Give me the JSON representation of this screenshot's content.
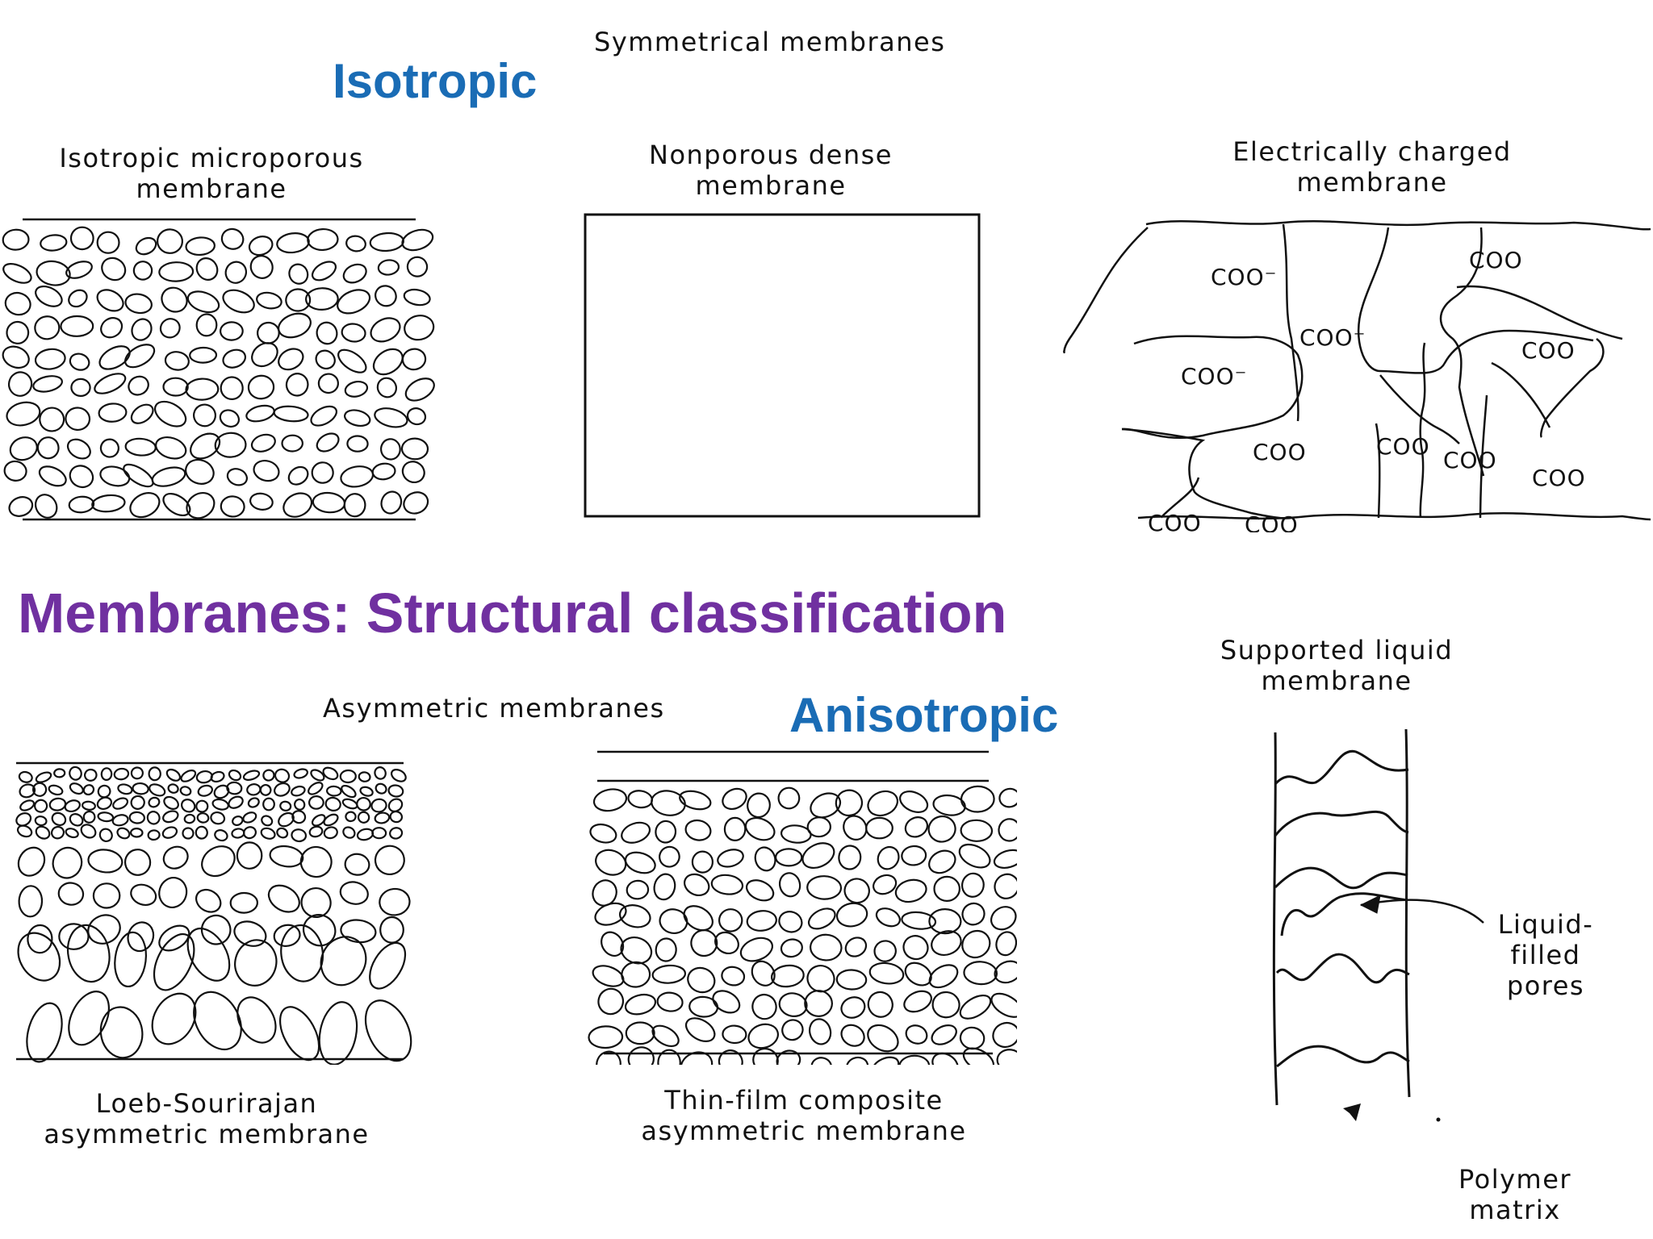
{
  "title": "Membranes: Structural classification",
  "symmetric_section": {
    "heading": "Symmetrical membranes",
    "tag": "Isotropic",
    "items": [
      {
        "caption": [
          "Isotropic microporous",
          "membrane"
        ]
      },
      {
        "caption": [
          "Nonporous dense",
          "membrane"
        ]
      },
      {
        "caption": [
          "Electrically charged",
          "membrane"
        ],
        "group_labels": [
          "COO",
          "COO⁻",
          "COO",
          "COO⁻",
          "COO",
          "COO⁻",
          "COO",
          "COO",
          "COO",
          "COO",
          "COO"
        ]
      }
    ]
  },
  "asymmetric_section": {
    "heading": "Asymmetric membranes",
    "tag": "Anisotropic",
    "items": [
      {
        "caption": [
          "Loeb-Sourirajan",
          "asymmetric membrane"
        ]
      },
      {
        "caption": [
          "Thin-film composite",
          "asymmetric membrane"
        ]
      },
      {
        "caption": [
          "Supported liquid",
          "membrane"
        ],
        "annotations": {
          "pores": [
            "Liquid-",
            "filled",
            "pores"
          ],
          "matrix": [
            "Polymer",
            "matrix"
          ]
        }
      }
    ]
  }
}
